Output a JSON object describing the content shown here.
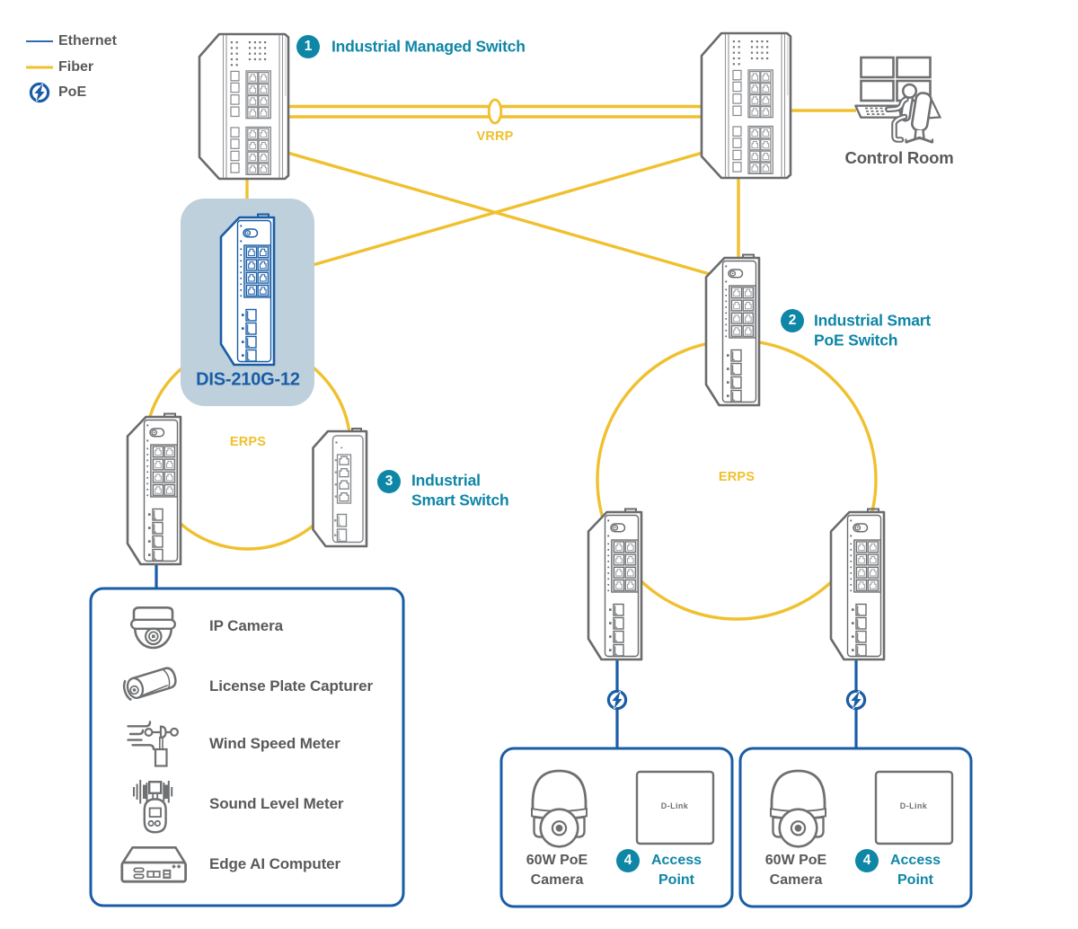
{
  "colors": {
    "fiber_yellow": "#F0C02E",
    "ethernet_blue": "#2E6CAE",
    "link_blue": "#1A5DA6",
    "teal": "#0E86A6",
    "text_gray": "#58595B",
    "icon_gray": "#6F7072",
    "highlight_fill": "#BDD0DC",
    "dis_blue": "#1A5DA6"
  },
  "legend": {
    "items": [
      {
        "icon": "ethernet-line-icon",
        "label": "Ethernet"
      },
      {
        "icon": "fiber-line-icon",
        "label": "Fiber"
      },
      {
        "icon": "poe-icon",
        "label": "PoE"
      }
    ]
  },
  "callouts": {
    "managed_switch": {
      "number": "1",
      "line1": "Industrial Managed Switch"
    },
    "smart_poe_switch": {
      "number": "2",
      "line1": "Industrial Smart",
      "line2": "PoE Switch"
    },
    "smart_switch": {
      "number": "3",
      "line1": "Industrial",
      "line2": "Smart Switch"
    }
  },
  "labels": {
    "vrrp": "VRRP",
    "erps_left": "ERPS",
    "erps_right": "ERPS",
    "control_room": "Control Room",
    "dis_model": "DIS-210G-12"
  },
  "device_list": {
    "items": [
      {
        "icon": "ip-camera-icon",
        "label": "IP Camera"
      },
      {
        "icon": "license-plate-capturer-icon",
        "label": "License Plate Capturer"
      },
      {
        "icon": "wind-speed-meter-icon",
        "label": "Wind Speed Meter"
      },
      {
        "icon": "sound-level-meter-icon",
        "label": "Sound Level Meter"
      },
      {
        "icon": "edge-ai-computer-icon",
        "label": "Edge AI Computer"
      }
    ]
  },
  "camera_groups": [
    {
      "camera_line1": "60W PoE",
      "camera_line2": "Camera",
      "ap_number": "4",
      "ap_line1": "Access",
      "ap_line2": "Point",
      "ap_brand": "D-Link"
    },
    {
      "camera_line1": "60W PoE",
      "camera_line2": "Camera",
      "ap_number": "4",
      "ap_line1": "Access",
      "ap_line2": "Point",
      "ap_brand": "D-Link"
    }
  ]
}
